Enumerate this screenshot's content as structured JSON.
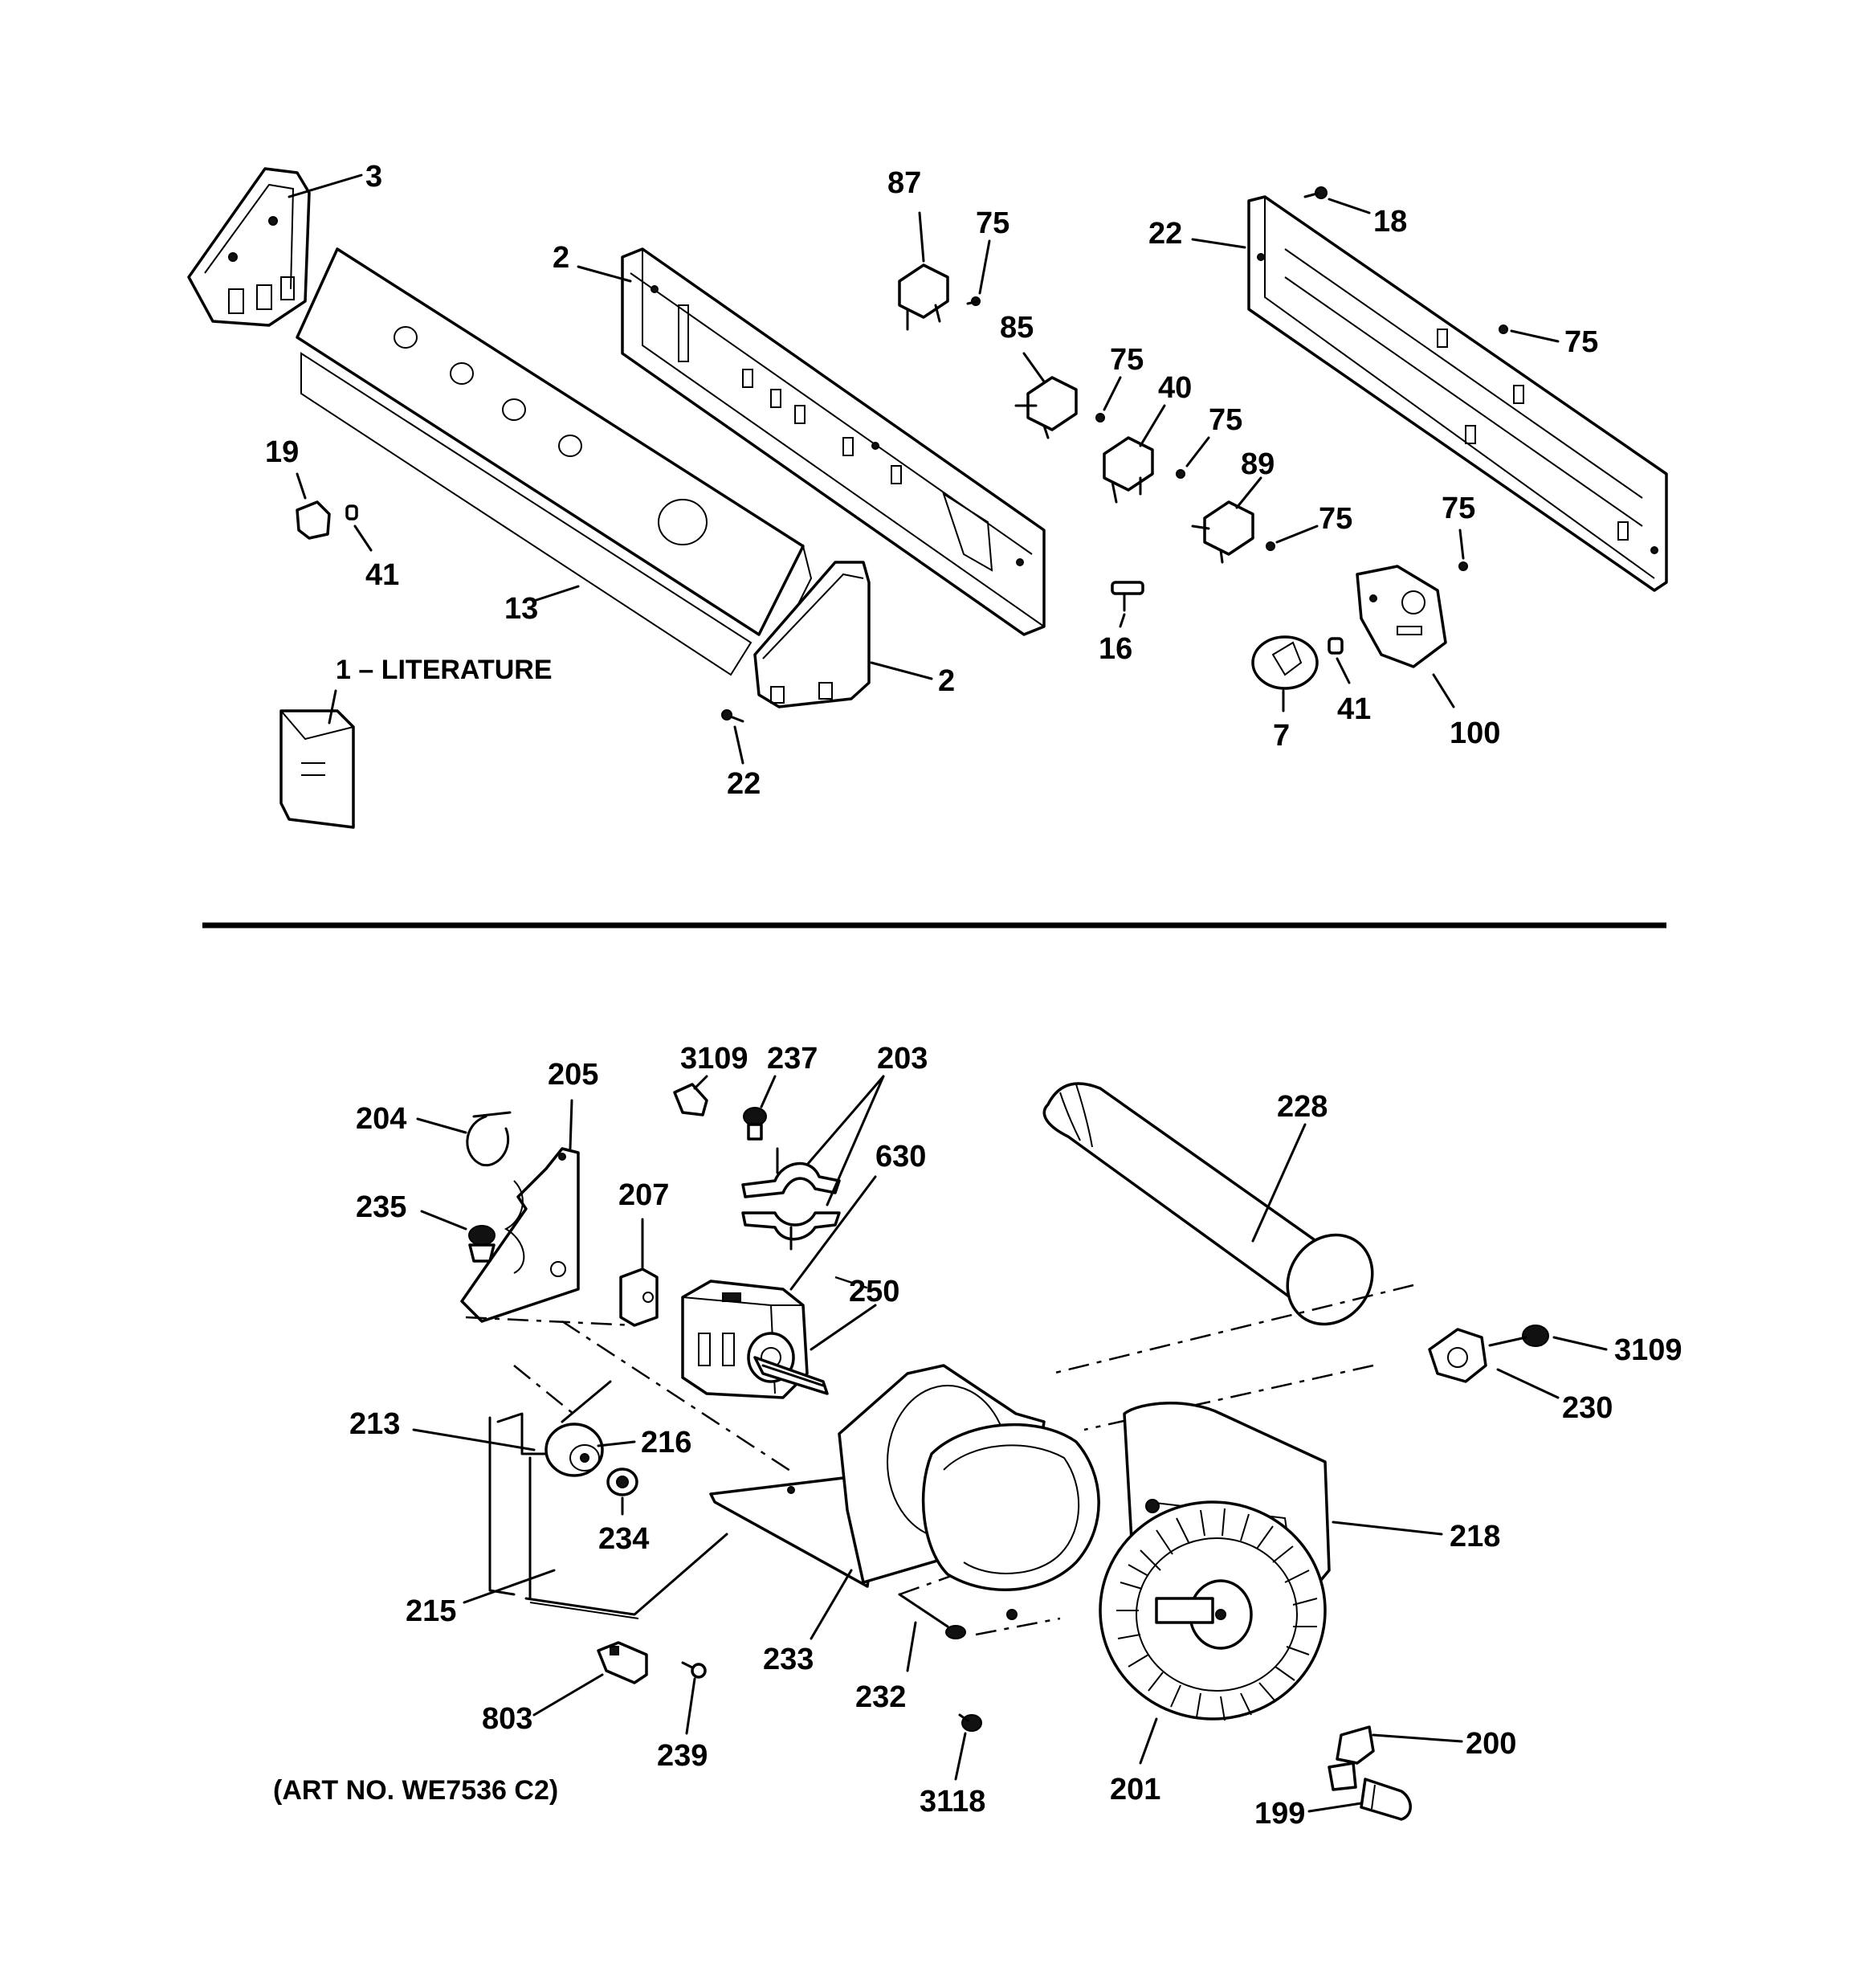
{
  "labels": {
    "l3": "3",
    "l2a": "2",
    "l2b": "2",
    "l13": "13",
    "l19": "19",
    "l41a": "41",
    "l1": "1 – LITERATURE",
    "l22a": "22",
    "l87": "87",
    "l75a": "75",
    "l85": "85",
    "l75b": "75",
    "l40": "40",
    "l75c": "75",
    "l89": "89",
    "l75d": "75",
    "l16": "16",
    "l22b": "22",
    "l18": "18",
    "l75e": "75",
    "l75f": "75",
    "l7": "7",
    "l41b": "41",
    "l100": "100",
    "l3109a": "3109",
    "l237": "237",
    "l203": "203",
    "l204": "204",
    "l205": "205",
    "l207": "207",
    "l630": "630",
    "l235": "235",
    "l250": "250",
    "l228": "228",
    "l3109b": "3109",
    "l230": "230",
    "l213": "213",
    "l216": "216",
    "l234": "234",
    "l215": "215",
    "l218": "218",
    "l233": "233",
    "l232": "232",
    "l803": "803",
    "l239": "239",
    "l3118": "3118",
    "l201": "201",
    "l200": "200",
    "l199": "199"
  },
  "caption": "(ART NO. WE7536 C2)"
}
